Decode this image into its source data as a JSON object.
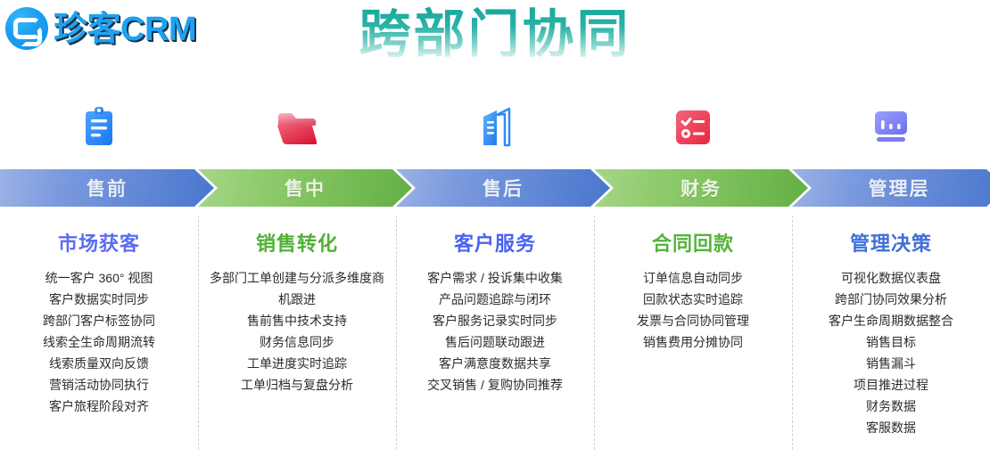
{
  "brand": {
    "logo_icon": "zhenke-crm-logo-icon",
    "name": "珍客CRM"
  },
  "header": {
    "title": "跨部门协同"
  },
  "icons": [
    {
      "name": "clipboard-icon",
      "color": "#2d8cf5"
    },
    {
      "name": "folder-icon",
      "color": "#e6344a"
    },
    {
      "name": "document-building-icon",
      "color": "#2d8cf5"
    },
    {
      "name": "checklist-icon",
      "color": "#ef4056"
    },
    {
      "name": "bar-chart-monitor-icon",
      "color": "#7b7ef0"
    }
  ],
  "stages": [
    {
      "label": "售前",
      "color": "blue"
    },
    {
      "label": "售中",
      "color": "green"
    },
    {
      "label": "售后",
      "color": "blue"
    },
    {
      "label": "财务",
      "color": "green"
    },
    {
      "label": "管理层",
      "color": "blue"
    }
  ],
  "columns": [
    {
      "title": "市场获客",
      "title_color": "#5b6cf0",
      "items": [
        "统一客户 360° 视图",
        "客户数据实时同步",
        "跨部门客户标签协同",
        "线索全生命周期流转",
        "线索质量双向反馈",
        "营销活动协同执行",
        "客户旅程阶段对齐"
      ]
    },
    {
      "title": "销售转化",
      "title_color": "#4fb233",
      "items": [
        "多部门工单创建与分派多维度商机跟进",
        "售前售中技术支持",
        "财务信息同步",
        "工单进度实时追踪",
        "工单归档与复盘分析"
      ]
    },
    {
      "title": "客户服务",
      "title_color": "#4a63f2",
      "items": [
        "客户需求 / 投诉集中收集",
        "产品问题追踪与闭环",
        "客户服务记录实时同步",
        "售后问题联动跟进",
        "客户满意度数据共享",
        "交叉销售 / 复购协同推荐"
      ]
    },
    {
      "title": "合同回款",
      "title_color": "#55b23b",
      "items": [
        "订单信息自动同步",
        "回款状态实时追踪",
        "发票与合同协同管理",
        "销售费用分摊协同"
      ]
    },
    {
      "title": "管理决策",
      "title_color": "#3f6fd8",
      "items": [
        "可视化数据仪表盘",
        "跨部门协同效果分析",
        "客户生命周期数据整合",
        "销售目标",
        "销售漏斗",
        "项目推进过程",
        "财务数据",
        "客服数据"
      ]
    }
  ],
  "theme": {
    "title_gradient_top": "#16a79b",
    "title_gradient_bottom": "#ffffff",
    "chevron_blue": "#4a76ce",
    "chevron_green": "#63b044",
    "background": "#ffffff"
  }
}
